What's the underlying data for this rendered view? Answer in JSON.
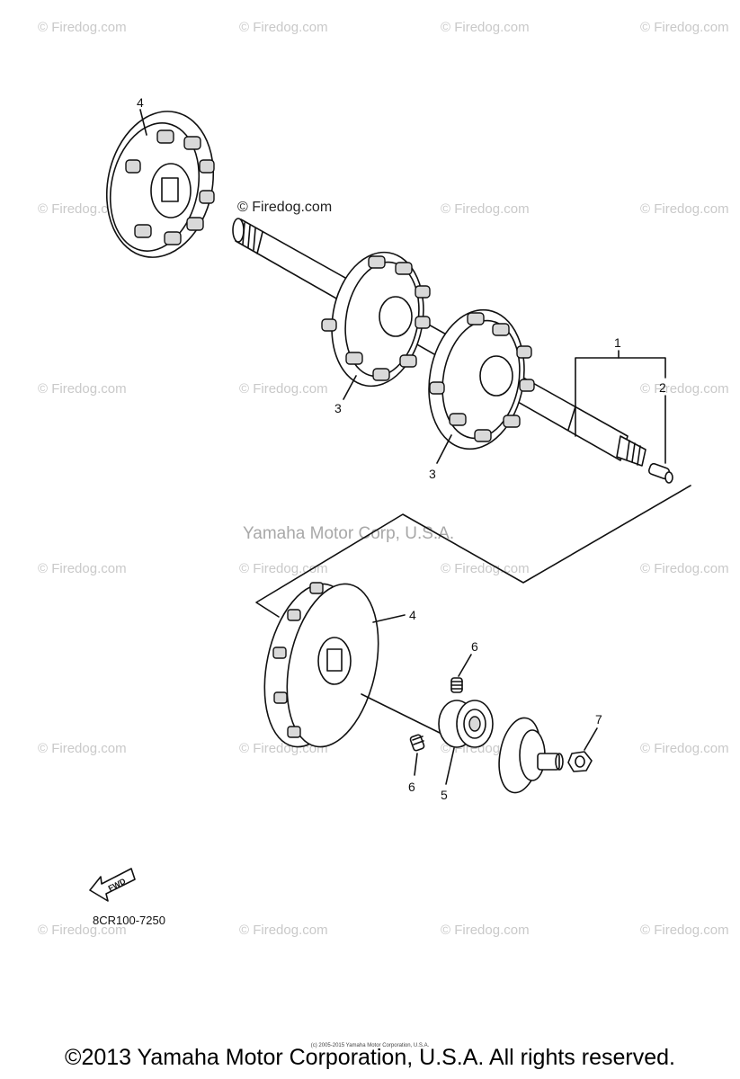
{
  "watermark_text": "© Firedog.com",
  "watermark_overlay": "© Firedog.com",
  "center_watermark": "Yamaha Motor Corp, U.S.A.",
  "callouts": {
    "c1": "1",
    "c2": "2",
    "c3a": "3",
    "c3b": "3",
    "c4a": "4",
    "c4b": "4",
    "c5": "5",
    "c6a": "6",
    "c6b": "6",
    "c7": "7"
  },
  "fwd_label": "FWD",
  "diagram_code": "8CR100-7250",
  "footer_small": "(c) 2005-2015 Yamaha Motor Corporation, U.S.A.",
  "footer": "©2013 Yamaha Motor Corporation, U.S.A. All rights reserved."
}
